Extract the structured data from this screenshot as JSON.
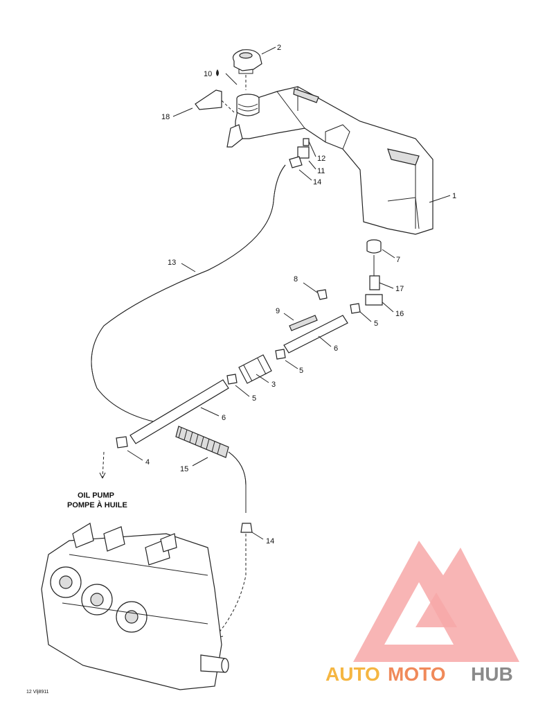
{
  "callouts": [
    {
      "id": "c1",
      "label": "1"
    },
    {
      "id": "c2",
      "label": "2"
    },
    {
      "id": "c3",
      "label": "3"
    },
    {
      "id": "c4",
      "label": "4"
    },
    {
      "id": "c5a",
      "label": "5"
    },
    {
      "id": "c5b",
      "label": "5"
    },
    {
      "id": "c5c",
      "label": "5"
    },
    {
      "id": "c6a",
      "label": "6"
    },
    {
      "id": "c6b",
      "label": "6"
    },
    {
      "id": "c7",
      "label": "7"
    },
    {
      "id": "c8",
      "label": "8"
    },
    {
      "id": "c9",
      "label": "9"
    },
    {
      "id": "c10",
      "label": "10"
    },
    {
      "id": "c11",
      "label": "11"
    },
    {
      "id": "c12",
      "label": "12"
    },
    {
      "id": "c13",
      "label": "13"
    },
    {
      "id": "c14a",
      "label": "14"
    },
    {
      "id": "c14b",
      "label": "14"
    },
    {
      "id": "c15",
      "label": "15"
    },
    {
      "id": "c16",
      "label": "16"
    },
    {
      "id": "c17",
      "label": "17"
    },
    {
      "id": "c18",
      "label": "18"
    }
  ],
  "caption": {
    "line1": "OIL PUMP",
    "line2": "POMPE À HUILE"
  },
  "diagram_code": "12 Vlj8911",
  "watermark": {
    "text_auto": "AUTO",
    "text_moto": "MOTO",
    "text_hub": "HUB",
    "color_red": "#f06a6a",
    "color_orange": "#f5a800",
    "color_grey": "#7a7a7a"
  }
}
